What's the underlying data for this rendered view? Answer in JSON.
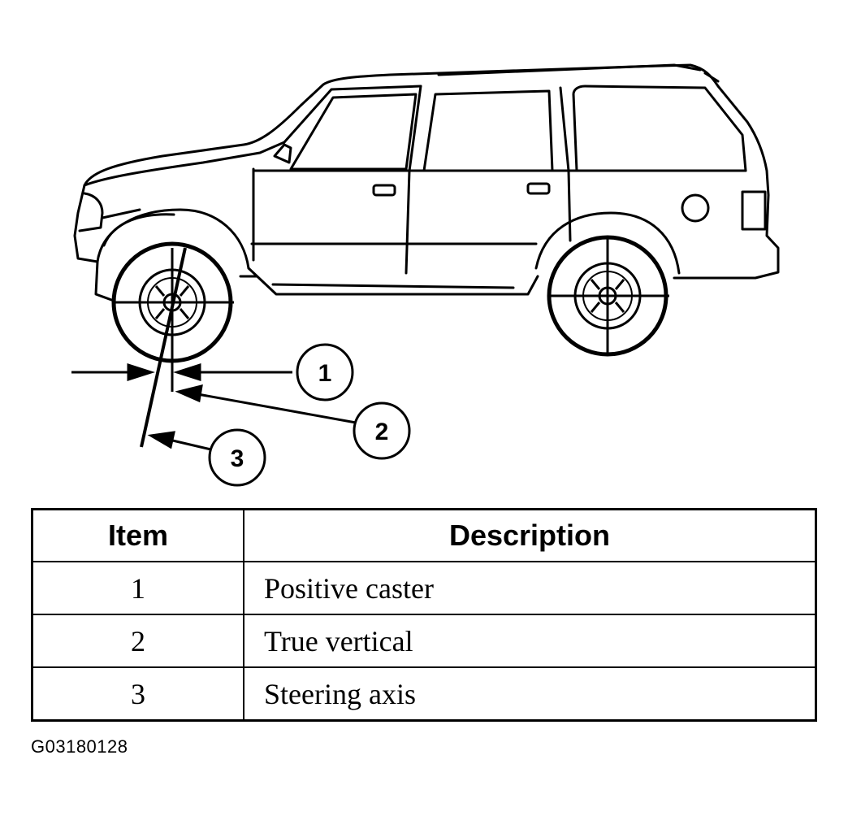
{
  "callouts": [
    "1",
    "2",
    "3"
  ],
  "table": {
    "headers": {
      "item": "Item",
      "description": "Description"
    },
    "rows": [
      {
        "item": "1",
        "description": "Positive caster"
      },
      {
        "item": "2",
        "description": "True vertical"
      },
      {
        "item": "3",
        "description": "Steering axis"
      }
    ]
  },
  "figure_id": "G03180128"
}
